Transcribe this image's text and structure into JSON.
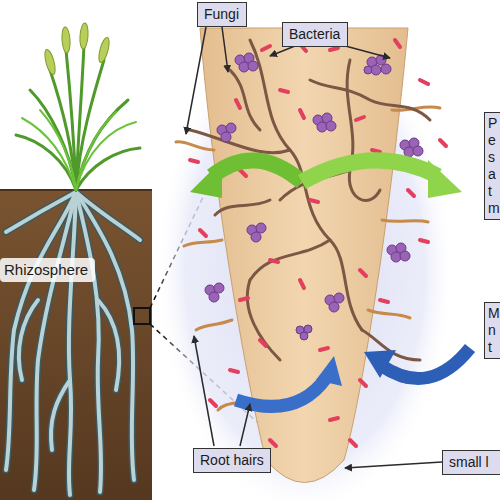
{
  "diagram": {
    "nodes": [
      {
        "text": [
          "Fungi"
        ]
      },
      {
        "text": [
          "Bacteria"
        ]
      },
      {
        "text": [
          "P e s a t m"
        ]
      },
      {
        "text": [
          "Rhizosphere"
        ]
      },
      {
        "text": [
          "M n t"
        ]
      },
      {
        "text": [
          "Root hairs"
        ]
      },
      {
        "text": [
          "small l"
        ]
      }
    ]
  }
}
